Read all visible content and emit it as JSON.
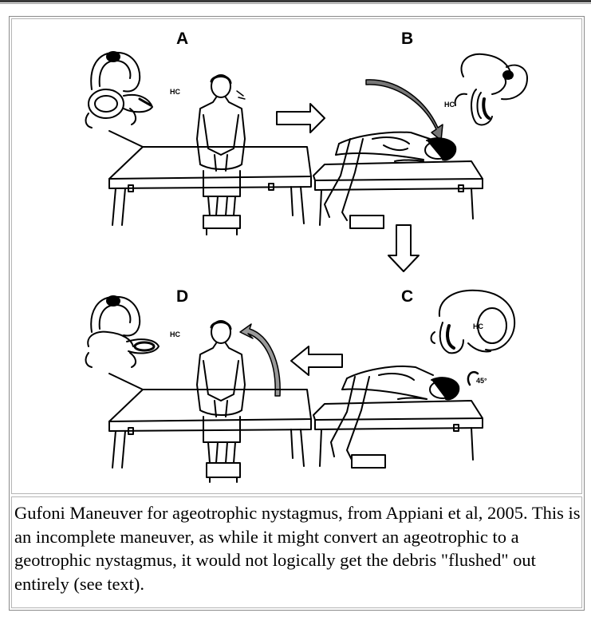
{
  "figure": {
    "panels": [
      {
        "letter": "A",
        "canal_label": "HC"
      },
      {
        "letter": "B",
        "canal_label": "HC"
      },
      {
        "letter": "C",
        "canal_label": "HC",
        "angle_label": "45°"
      },
      {
        "letter": "D",
        "canal_label": "HC"
      }
    ]
  },
  "caption": {
    "text": "Gufoni Maneuver for ageotrophic nystagmus, from Appiani et al, 2005. This is an incomplete maneuver, as while it might convert an ageotrophic to a geotrophic nystagmus, it would not logically get the debris \"flushed\" out entirely (see text)."
  }
}
